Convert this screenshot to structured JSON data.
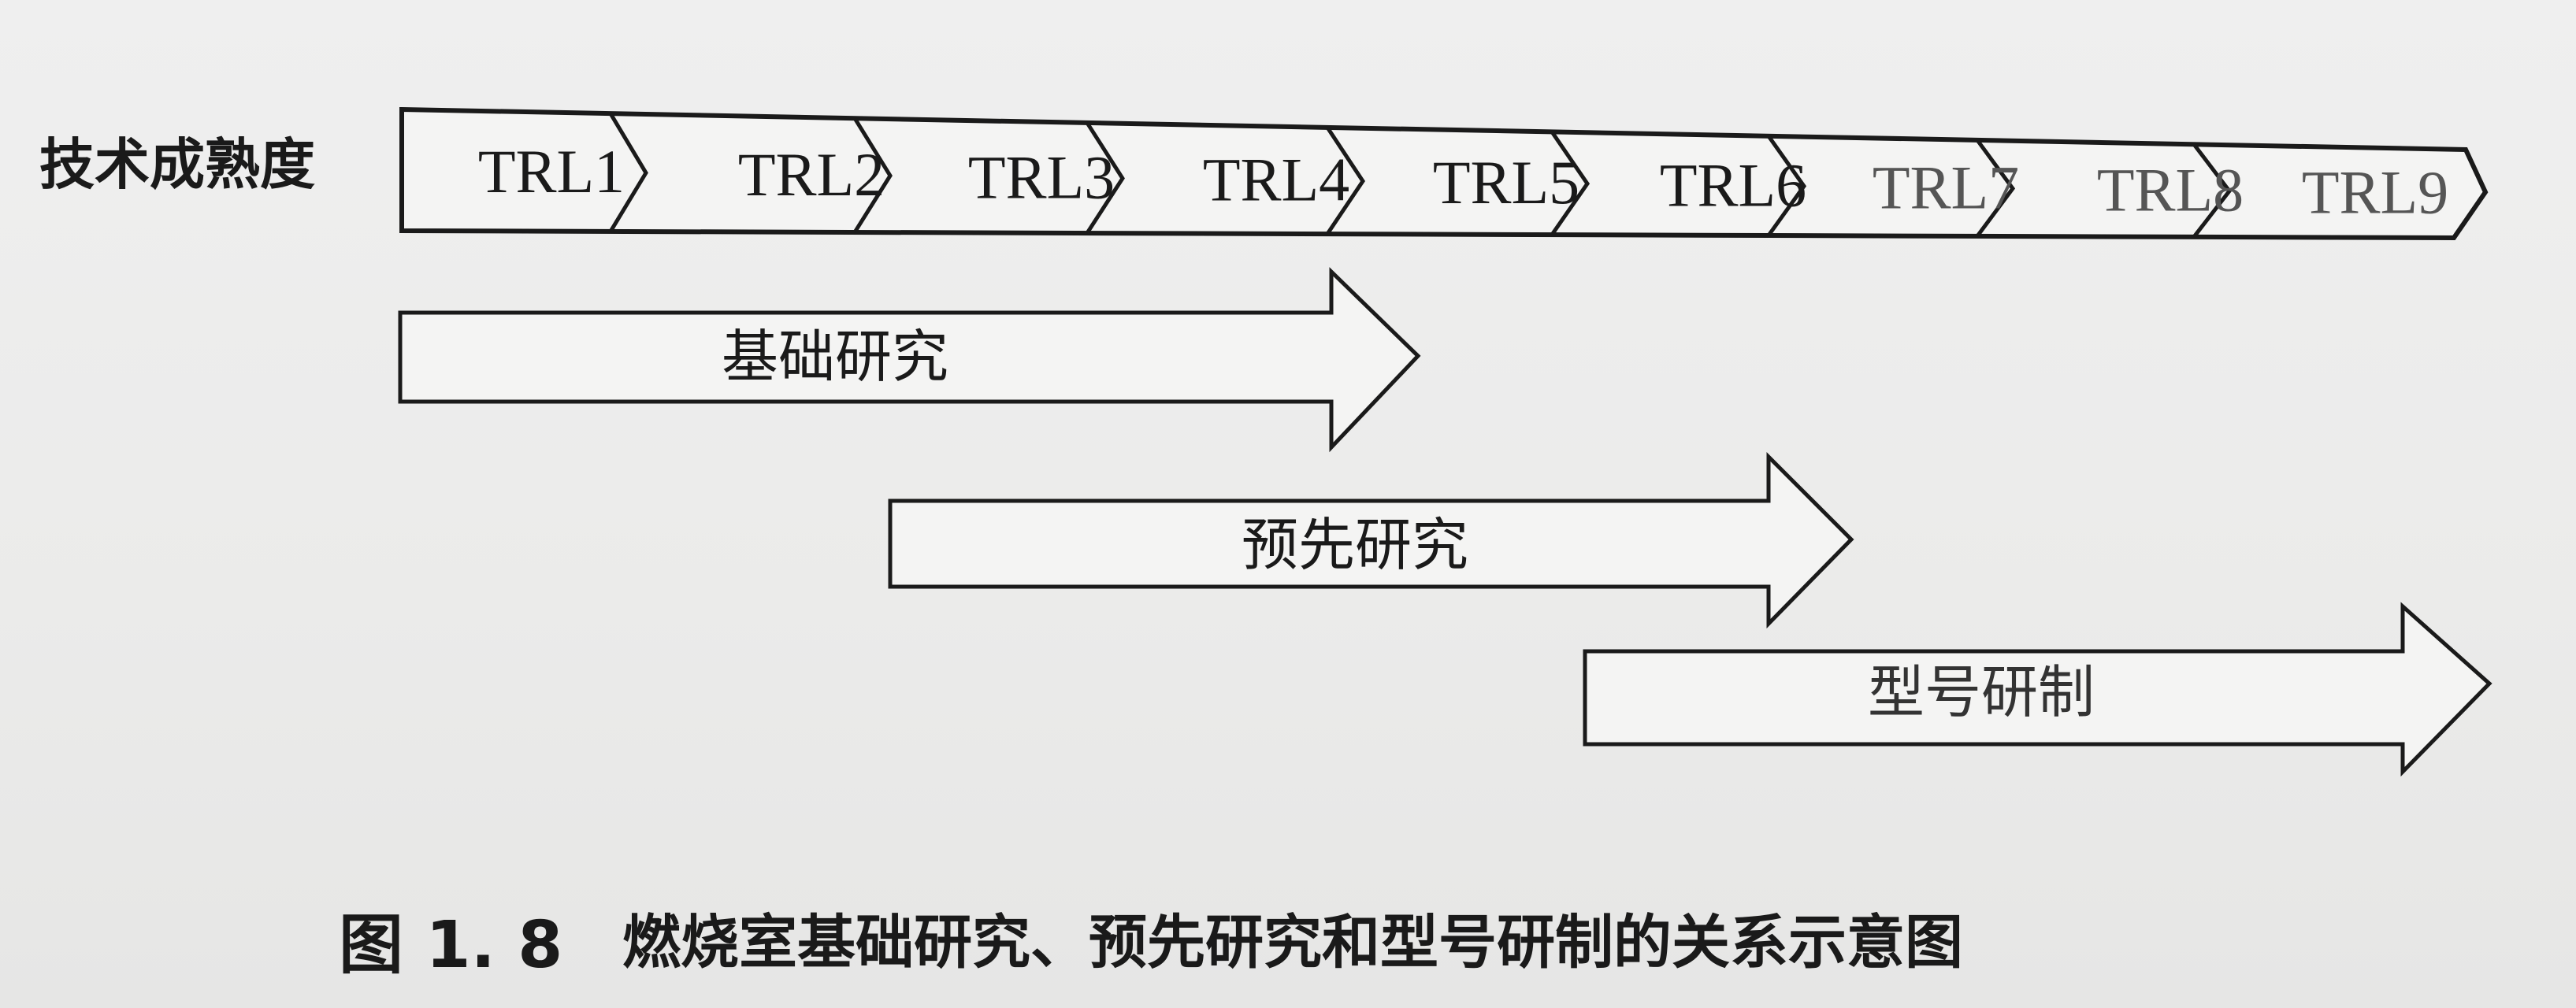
{
  "diagram": {
    "row_label": "技术成熟度",
    "trl_levels": [
      "TRL1",
      "TRL2",
      "TRL3",
      "TRL4",
      "TRL5",
      "TRL6",
      "TRL7",
      "TRL8",
      "TRL9"
    ],
    "phases": [
      {
        "label": "基础研究"
      },
      {
        "label": "预先研究"
      },
      {
        "label": "型号研制"
      }
    ]
  },
  "caption": {
    "number": "图 1. 8",
    "title": "燃烧室基础研究、预先研究和型号研制的关系示意图"
  },
  "colors": {
    "stroke": "#1a1a1a",
    "fill": "#f4f4f3",
    "text": "#1a1a1a"
  }
}
